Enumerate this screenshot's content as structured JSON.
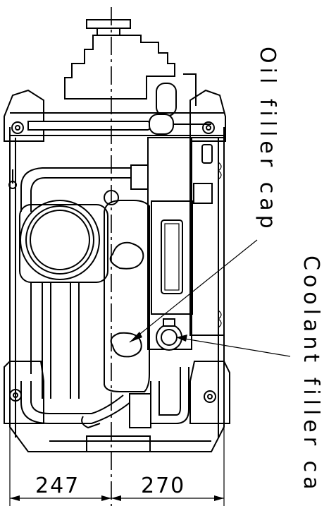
{
  "callouts": {
    "oil_filler_cap": "Oil filler cap",
    "coolant_filler_cap": "Coolant filler ca"
  },
  "dimensions": {
    "left_width": "247",
    "right_width": "270"
  }
}
